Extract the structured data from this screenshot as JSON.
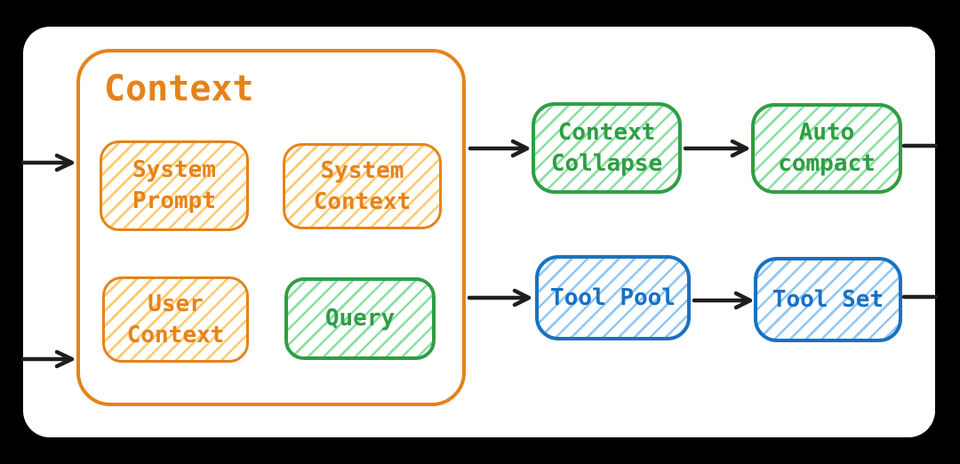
{
  "title": {
    "label": "Context"
  },
  "palette": {
    "frame": "#000000",
    "canvas": "#ffffff",
    "orange": "#e5831a",
    "orange_hatch": "#ffcb6e",
    "green": "#2f9e44",
    "green_hatch": "#8be0a0",
    "blue": "#1971c2",
    "blue_hatch": "#8fc7f8",
    "arrow": "#1e1e1e"
  },
  "nodes": {
    "system_prompt": {
      "line1": "System",
      "line2": "Prompt",
      "color": "orange"
    },
    "system_context": {
      "line1": "System",
      "line2": "Context",
      "color": "orange"
    },
    "user_context": {
      "line1": "User",
      "line2": "Context",
      "color": "orange"
    },
    "query": {
      "label": "Query",
      "color": "green"
    },
    "context_collapse": {
      "line1": "Context",
      "line2": "Collapse",
      "color": "green"
    },
    "auto_compact": {
      "line1": "Auto",
      "line2": "compact",
      "color": "green"
    },
    "tool_pool": {
      "label": "Tool Pool",
      "color": "blue"
    },
    "tool_set": {
      "label": "Tool Set",
      "color": "blue"
    }
  },
  "connections": [
    {
      "from": "external-input-top",
      "to": "context-group",
      "arrowhead": true
    },
    {
      "from": "external-input-bottom",
      "to": "context-group",
      "arrowhead": true
    },
    {
      "from": "context-group",
      "to": "context-collapse",
      "arrowhead": true
    },
    {
      "from": "context-collapse",
      "to": "auto-compact",
      "arrowhead": true
    },
    {
      "from": "auto-compact",
      "to": "external-output",
      "arrowhead": false
    },
    {
      "from": "context-group",
      "to": "tool-pool",
      "arrowhead": true
    },
    {
      "from": "tool-pool",
      "to": "tool-set",
      "arrowhead": true
    },
    {
      "from": "tool-set",
      "to": "external-output",
      "arrowhead": false
    }
  ]
}
